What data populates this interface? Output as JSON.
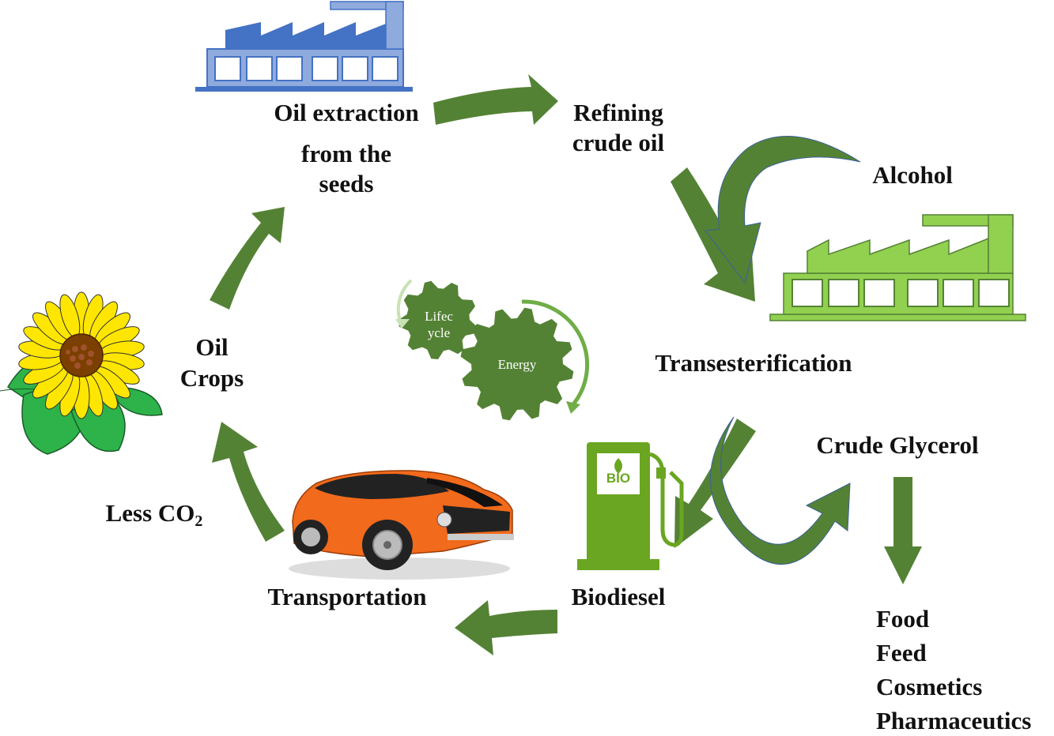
{
  "labels": {
    "oil_extraction": "Oil extraction",
    "from_the": "from the",
    "seeds": "seeds",
    "refining": "Refining",
    "crude_oil": "crude oil",
    "alcohol": "Alcohol",
    "transesterification": "Transesterification",
    "crude_glycerol": "Crude Glycerol",
    "biodiesel": "Biodiesel",
    "transportation": "Transportation",
    "oil": "Oil",
    "crops": "Crops",
    "less_co": "Less CO",
    "co_sub": "2",
    "bio_sign": "BIO"
  },
  "gears": {
    "small_line1": "Lifec",
    "small_line2": "ycle",
    "large": "Energy"
  },
  "glycerol_uses": [
    "Food",
    "Feed",
    "Cosmetics",
    "Pharmaceutics"
  ],
  "colors": {
    "arrow_green": "#548235",
    "factory_blue": "#4472c4",
    "factory_blue_light": "#8faadc",
    "factory_green": "#92d050",
    "pump_green": "#6aa621",
    "gear_green": "#548235",
    "sunflower_petal": "#ffe600",
    "sunflower_center": "#7b3f00",
    "leaf_green": "#2db34a",
    "car_orange": "#f26a1b"
  },
  "icons": [
    "factory-blue-icon",
    "factory-green-icon",
    "sunflower-icon",
    "car-icon",
    "fuel-pump-icon",
    "gear-icon"
  ]
}
